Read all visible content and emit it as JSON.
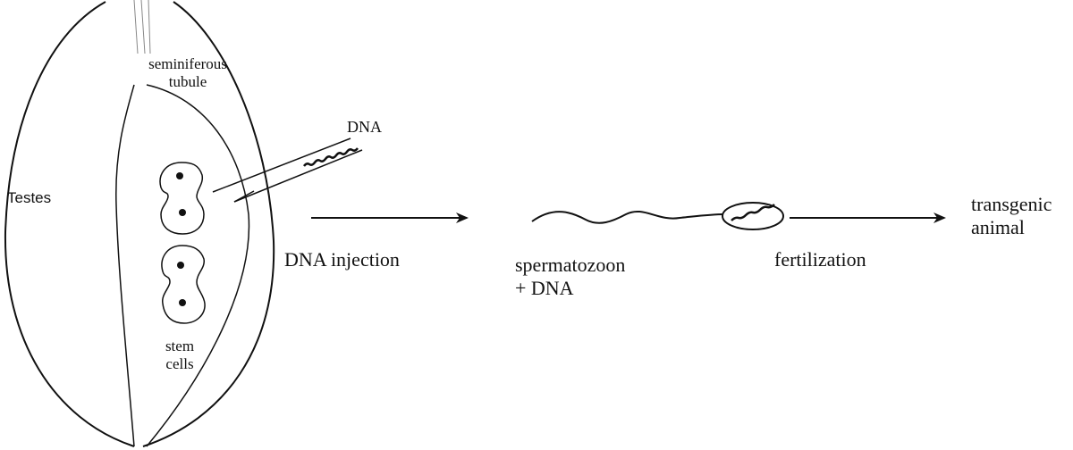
{
  "labels": {
    "testes": "Testes",
    "tubule_line1": "seminiferous",
    "tubule_line2": "tubule",
    "dna": "DNA",
    "stem_line1": "stem",
    "stem_line2": "cells",
    "step1": "DNA injection",
    "product_line1": "spermatozoon",
    "product_line2": "+ DNA",
    "step2": "fertilization",
    "result_line1": "transgenic",
    "result_line2": "animal"
  },
  "colors": {
    "ink": "#111111",
    "background": "#ffffff"
  }
}
